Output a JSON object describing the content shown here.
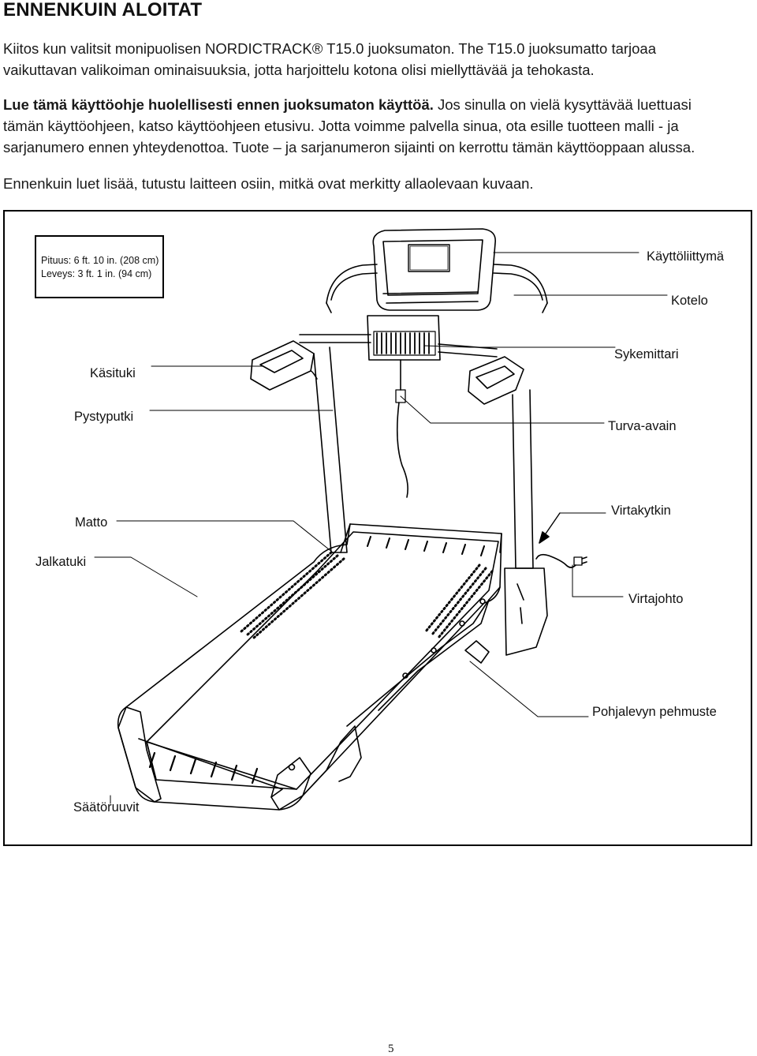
{
  "heading": "ENNENKUIN ALOITAT",
  "paragraphs": {
    "p1_line1": "Kiitos kun valitsit monipuolisen NORDICTRACK® T15.0 juoksumaton. The T15.0 juoksumatto tarjoaa",
    "p1_line2": "vaikuttavan valikoiman ominaisuuksia, jotta harjoittelu kotona olisi miellyttävää ja tehokasta.",
    "p2_bold": "Lue tämä käyttöohje huolellisesti ennen juoksumaton käyttöä.",
    "p2_line1_rest": " Jos sinulla on vielä kysyttävää luettuasi",
    "p2_line2": "tämän käyttöohjeen, katso käyttöohjeen etusivu. Jotta voimme palvella sinua, ota esille tuotteen malli - ja",
    "p2_line3": "sarjanumero ennen yhteydenottoa. Tuote – ja sarjanumeron sijainti on kerrottu tämän käyttöoppaan alussa.",
    "p3_line1": "Ennenkuin luet lisää, tutustu laitteen osiin, mitkä ovat merkitty allaolevaan kuvaan."
  },
  "dimensions": {
    "length": "Pituus: 6 ft. 10 in. (208 cm)",
    "width": "Leveys: 3 ft. 1 in. (94 cm)"
  },
  "callouts": {
    "kayttoliittyma": "Käyttöliittymä",
    "kotelo": "Kotelo",
    "sykemittari": "Sykemittari",
    "kasituki": "Käsituki",
    "pystyputki": "Pystyputki",
    "turva_avain": "Turva-avain",
    "matto": "Matto",
    "virtakytkin": "Virtakytkin",
    "jalkatuki": "Jalkatuki",
    "virtajohto": "Virtajohto",
    "pohjalevyn_pehmuste": "Pohjalevyn pehmuste",
    "saatoruuvit": "Säätöruuvit"
  },
  "page_number": "5"
}
